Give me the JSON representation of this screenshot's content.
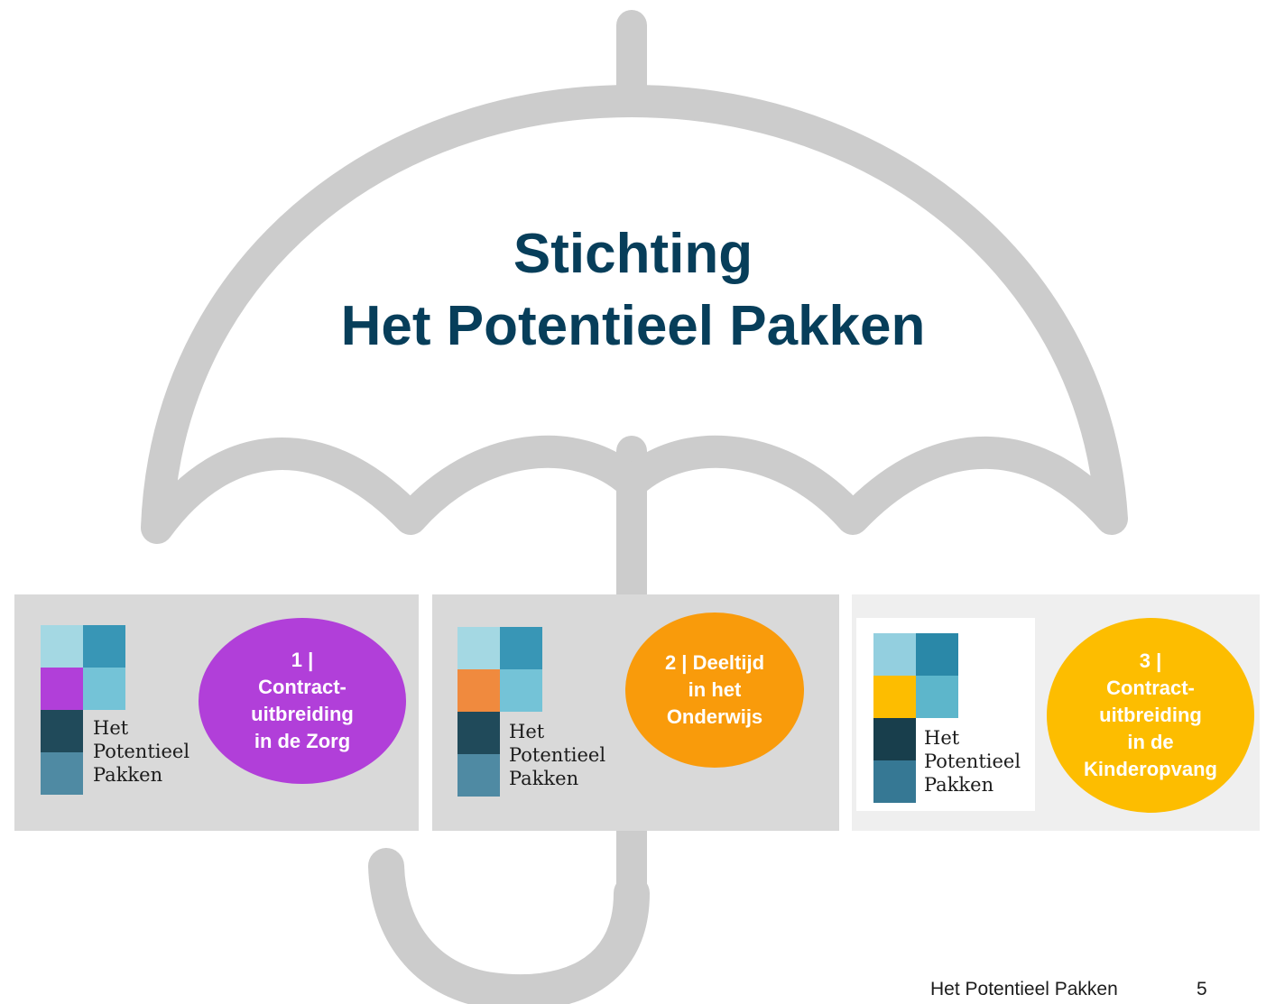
{
  "title": {
    "line1": "Stichting",
    "line2": "Het Potentieel Pakken"
  },
  "icon": "umbrella-icon",
  "colors": {
    "title": "#073e5a",
    "umbrella": "#cccccc",
    "purple": "#b13fd9",
    "orange": "#f99b0b",
    "yellow": "#fdbd00"
  },
  "logo": {
    "line1": "Het",
    "line2": "Potentieel",
    "line3": "Pakken"
  },
  "cards": [
    {
      "badge_lines": [
        "1 |",
        "Contract-",
        "uitbreiding",
        "in de Zorg"
      ]
    },
    {
      "badge_lines": [
        "2 | Deeltijd",
        "in het",
        "Onderwijs"
      ]
    },
    {
      "badge_lines": [
        "3 |",
        "Contract-",
        "uitbreiding",
        "in de",
        "Kinderopvang"
      ]
    }
  ],
  "footer": {
    "label": "Het Potentieel Pakken",
    "page_number": "5"
  }
}
